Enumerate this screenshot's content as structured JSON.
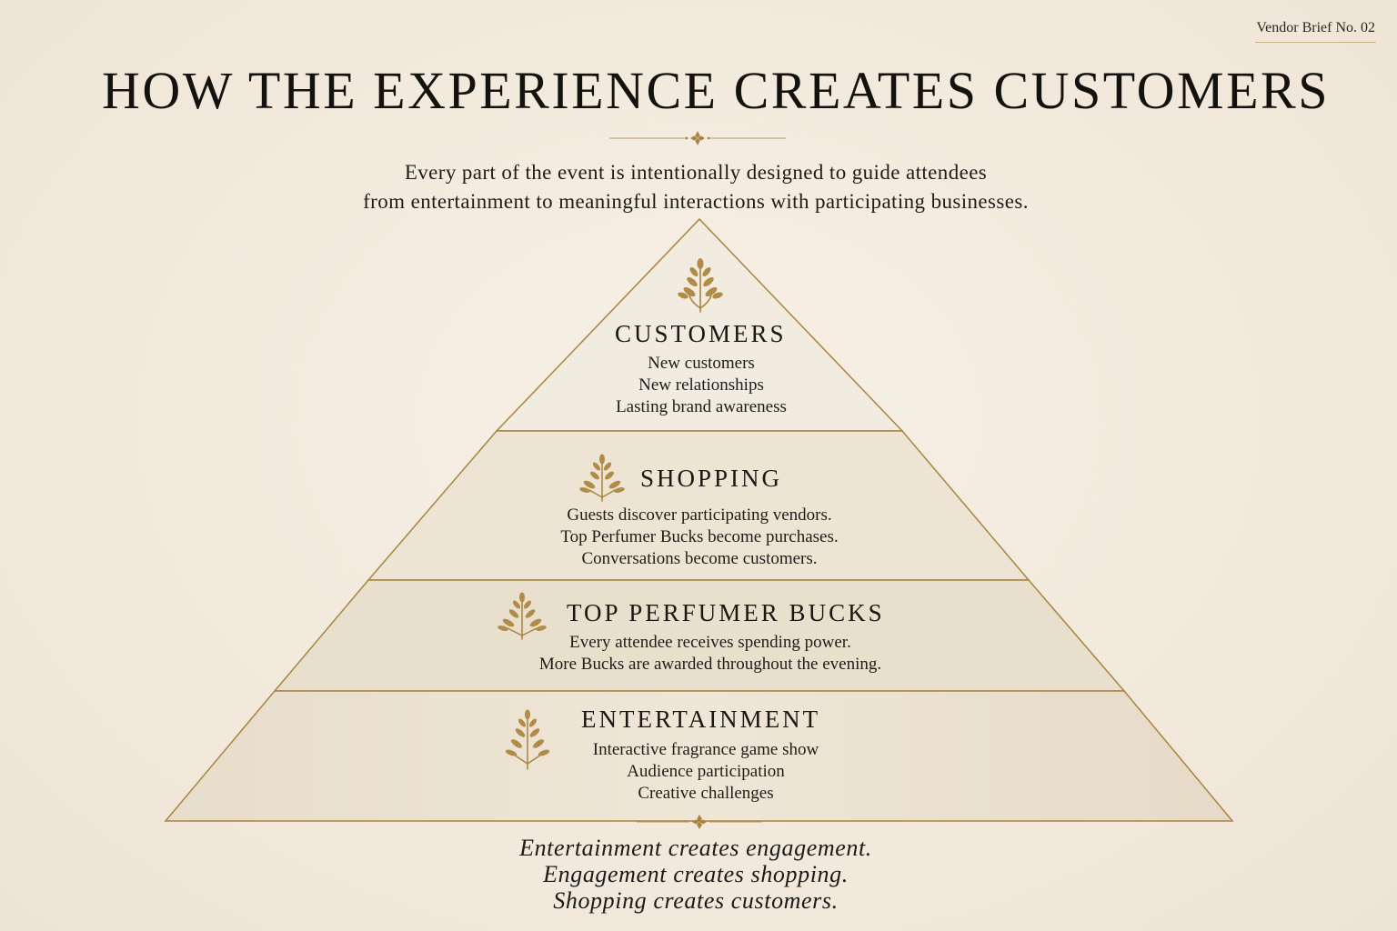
{
  "header": {
    "brief_tag": "Vendor Brief No. 02",
    "title": "HOW THE EXPERIENCE CREATES CUSTOMERS",
    "intro_lines": [
      "Every part of the event is intentionally designed to guide attendees",
      "from entertainment to meaningful interactions with participating businesses."
    ]
  },
  "tiers": [
    {
      "title": "CUSTOMERS",
      "lines": [
        "New customers",
        "New relationships",
        "Lasting brand awareness"
      ],
      "icon": "botanical-sprig-icon"
    },
    {
      "title": "SHOPPING",
      "lines": [
        "Guests discover participating vendors.",
        "Top Perfumer Bucks become purchases.",
        "Conversations become customers."
      ],
      "icon": "botanical-sprig-icon"
    },
    {
      "title": "TOP PERFUMER BUCKS",
      "lines": [
        "Every attendee receives spending power.",
        "More Bucks are awarded throughout the evening."
      ],
      "icon": "botanical-sprig-icon"
    },
    {
      "title": "ENTERTAINMENT",
      "lines": [
        "Interactive fragrance game show",
        "Audience participation",
        "Creative challenges"
      ],
      "icon": "botanical-sprig-icon"
    }
  ],
  "closing_lines": [
    "Entertainment creates engagement.",
    "Engagement creates shopping.",
    "Shopping creates customers."
  ],
  "colors": {
    "background": "#f3ebdf",
    "gold": "#a8843f",
    "text": "#1c1a17"
  }
}
